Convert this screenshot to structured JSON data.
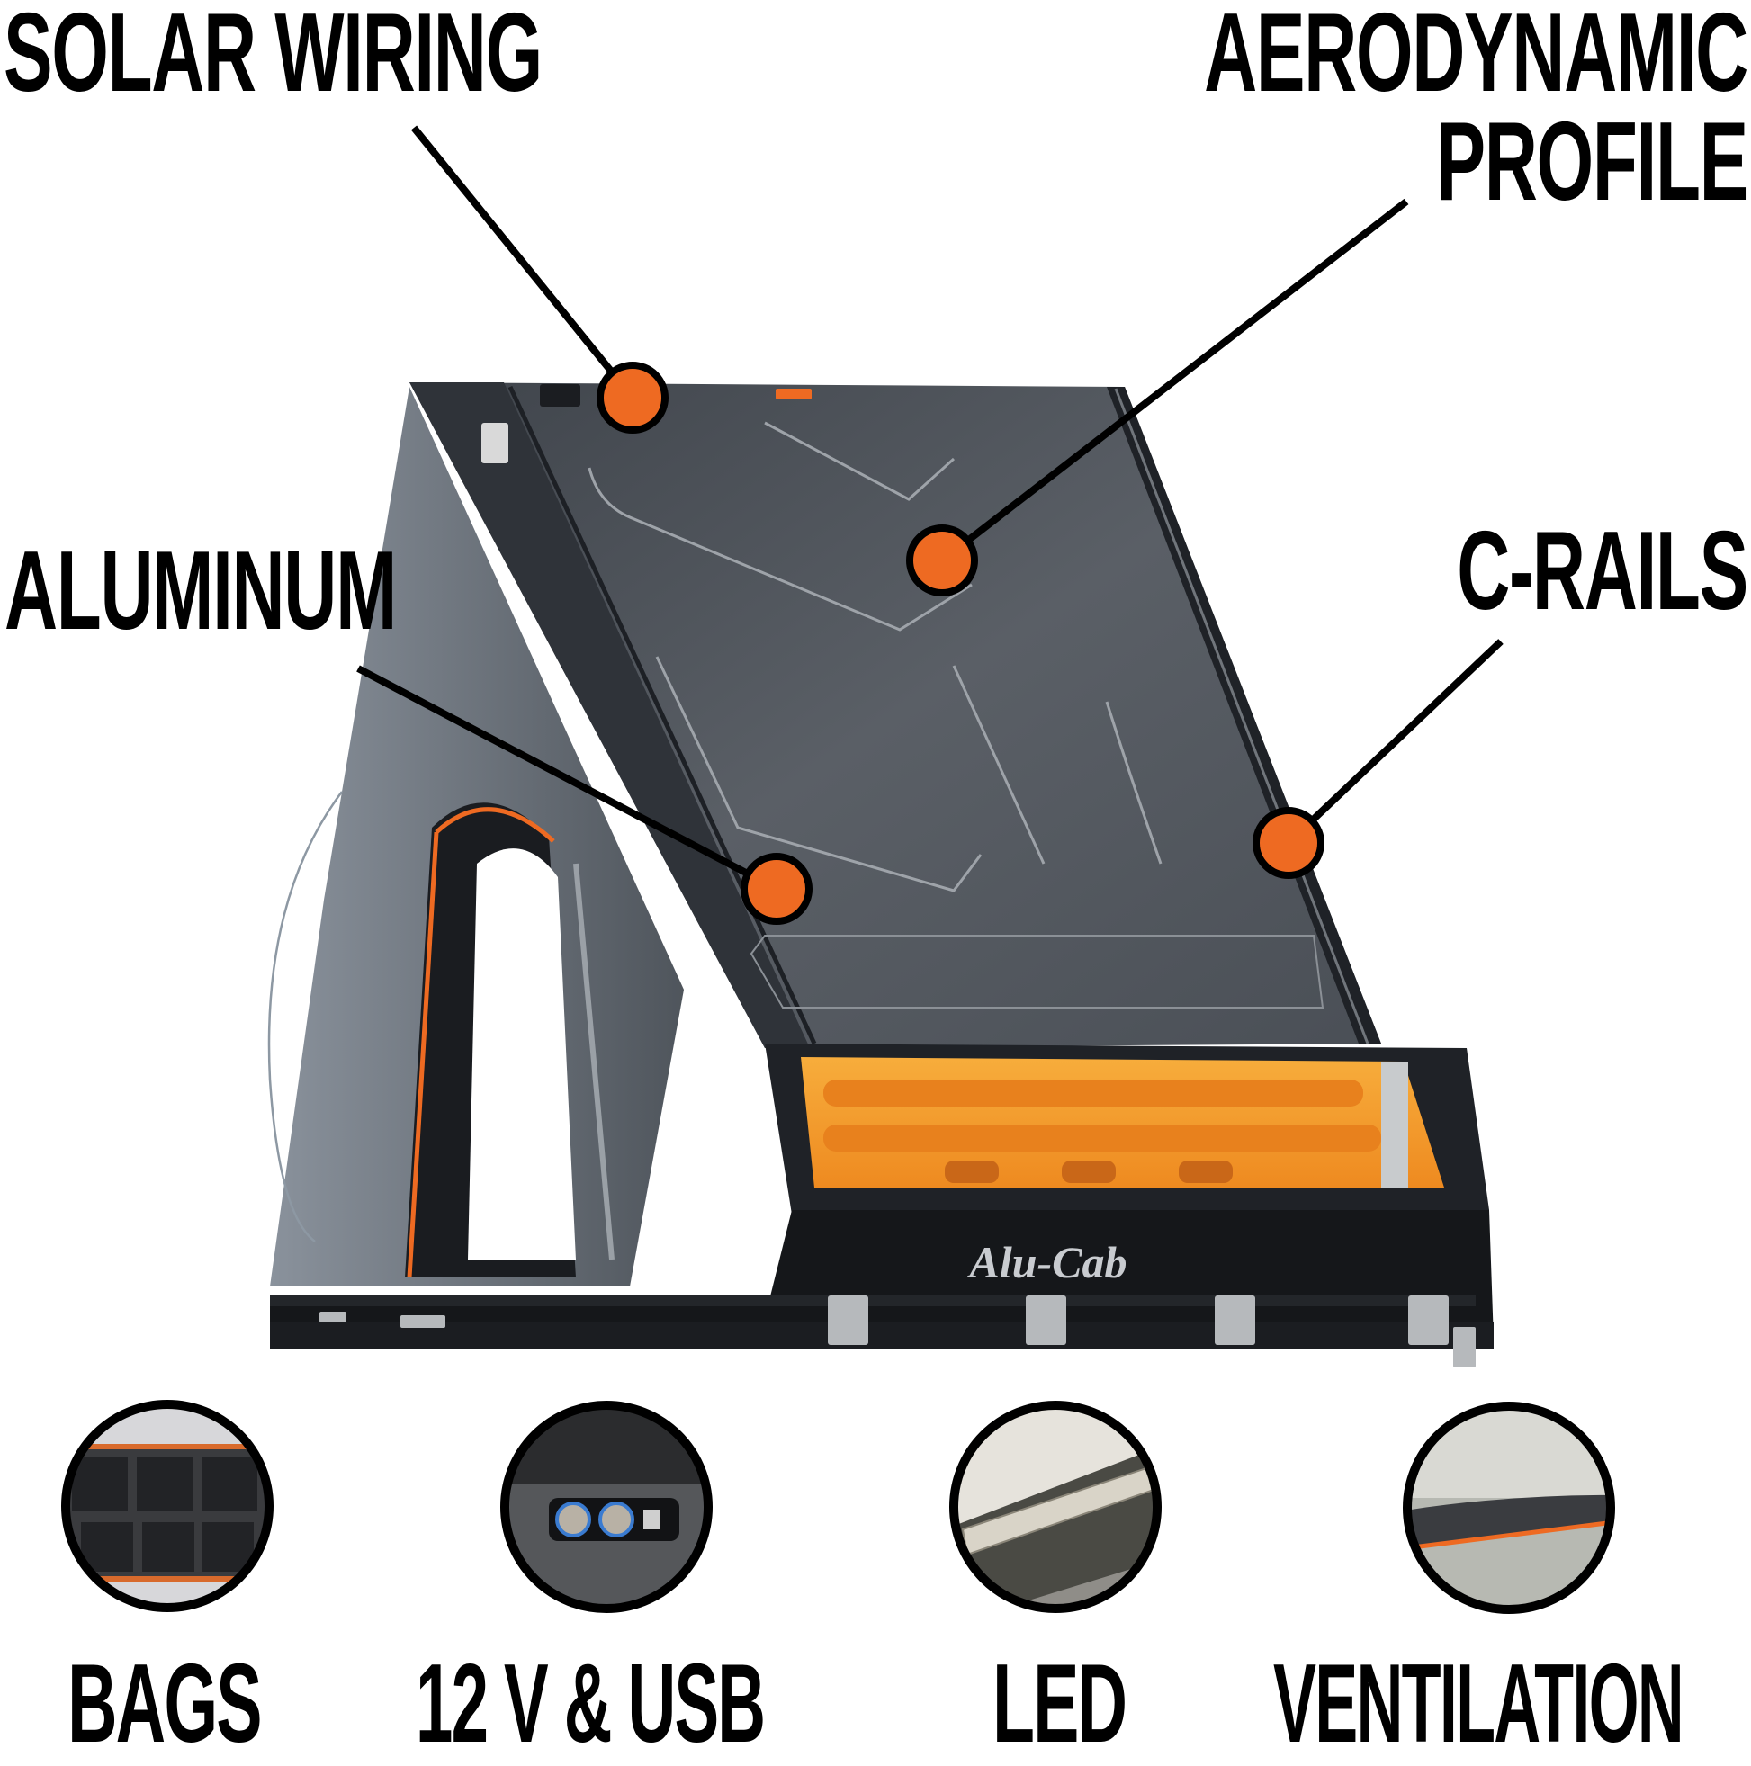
{
  "callouts": [
    {
      "id": "solar-wiring",
      "lines": [
        "SOLAR WIRING"
      ]
    },
    {
      "id": "aerodynamic-profile",
      "lines": [
        "AERODYNAMIC",
        "PROFILE"
      ]
    },
    {
      "id": "aluminum",
      "lines": [
        "ALUMINUM"
      ]
    },
    {
      "id": "c-rails",
      "lines": [
        "C-RAILS"
      ]
    }
  ],
  "features": [
    {
      "id": "bags",
      "label": "BAGS",
      "icon": "storage-pockets-photo"
    },
    {
      "id": "12v-usb",
      "label": "12 V & USB",
      "icon": "power-socket-photo"
    },
    {
      "id": "led",
      "label": "LED",
      "icon": "led-light-photo"
    },
    {
      "id": "ventilation",
      "label": "VENTILATION",
      "icon": "vent-mesh-photo"
    }
  ],
  "product": {
    "brand_mark": "Alu-Cab"
  },
  "colors": {
    "accent_orange": "#ee6a22",
    "text": "#000000",
    "shell_gray": "#4b5058",
    "shell_dark": "#23272d",
    "recovery_board_orange": "#f39a2c",
    "background": "#ffffff"
  }
}
